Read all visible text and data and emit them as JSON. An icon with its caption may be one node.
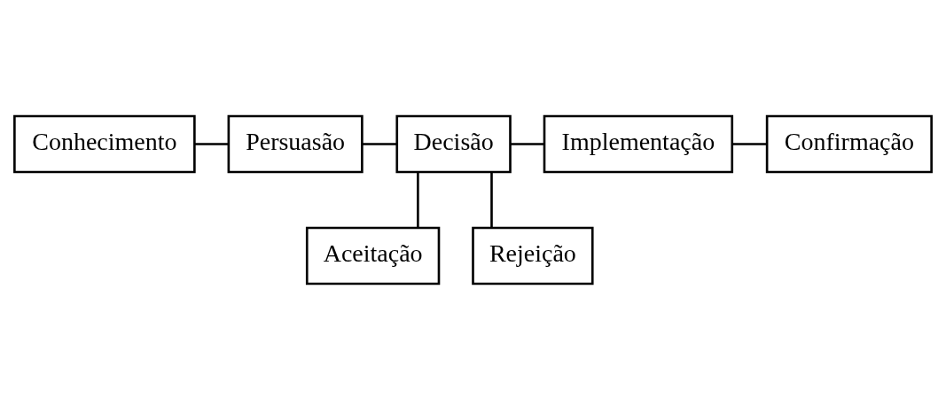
{
  "diagram": {
    "nodes": [
      {
        "text": [
          "Conhecimento"
        ]
      },
      {
        "text": [
          "Persuasão"
        ]
      },
      {
        "text": [
          "Decisão"
        ]
      },
      {
        "text": [
          "Implementação"
        ]
      },
      {
        "text": [
          "Confirmação"
        ]
      },
      {
        "text": [
          "Aceitação"
        ]
      },
      {
        "text": [
          "Rejeição"
        ]
      }
    ],
    "edges": [
      {
        "from": 0,
        "to": 1,
        "arrow": "none"
      },
      {
        "from": 1,
        "to": 2,
        "arrow": "none"
      },
      {
        "from": 2,
        "to": 3,
        "arrow": "none"
      },
      {
        "from": 3,
        "to": 4,
        "arrow": "none"
      },
      {
        "from": 2,
        "to": 5,
        "arrow": "none"
      },
      {
        "from": 2,
        "to": 6,
        "arrow": "none"
      }
    ]
  }
}
